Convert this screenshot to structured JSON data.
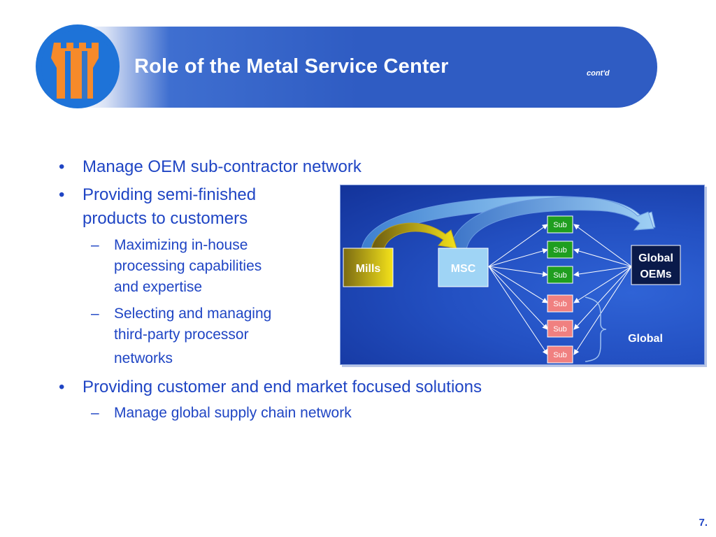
{
  "header": {
    "title": "Role of the Metal Service Center",
    "contd": "cont'd"
  },
  "bullets": {
    "b1": "Manage OEM sub-contractor network",
    "b2_line1": "Providing semi-finished",
    "b2_line2": "products to customers",
    "b2_sub1_line1": "Maximizing in-house",
    "b2_sub1_line2": "processing capabilities",
    "b2_sub1_line3": "and expertise",
    "b2_sub2_line1": "Selecting and managing",
    "b2_sub2_line2": "third-party processor",
    "b2_sub2_line3": "networks",
    "b3": "Providing customer and end market focused solutions",
    "b3_sub1": "Manage global supply chain network",
    "bullet_glyph": "•",
    "dash_glyph": "–"
  },
  "diagram": {
    "mills": "Mills",
    "msc": "MSC",
    "oems_line1": "Global",
    "oems_line2": "OEMs",
    "global_label": "Global",
    "subs": [
      "Sub",
      "Sub",
      "Sub",
      "Sub",
      "Sub",
      "Sub"
    ],
    "colors": {
      "mills_start": "#7a6a12",
      "mills_end": "#f4e21a",
      "msc": "#9fd4f5",
      "sub_green": "#1f9e1f",
      "sub_pink": "#f08080",
      "oems_bg": "#0a1a4a"
    }
  },
  "footer": {
    "page_number": "7."
  }
}
